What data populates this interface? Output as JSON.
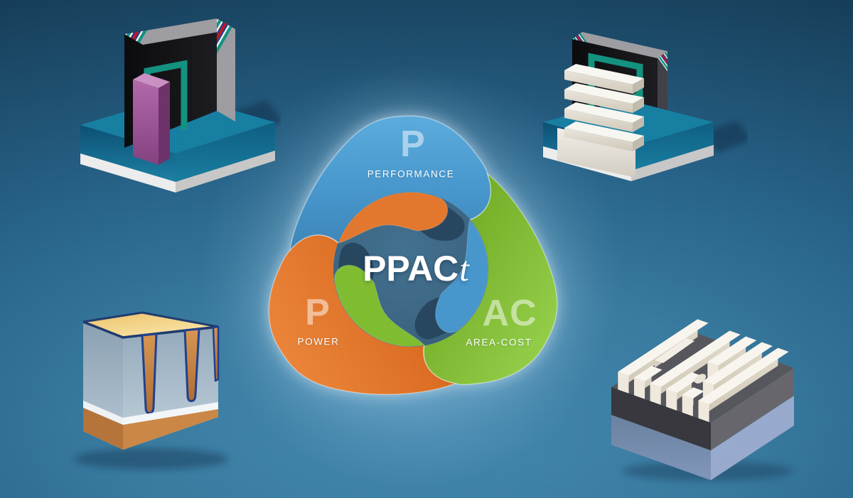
{
  "diagram": {
    "hub": {
      "text_main": "PPAC",
      "text_italic": "t",
      "color": "#3a6480",
      "ring_color": "#26455e"
    },
    "segments": [
      {
        "id": "performance",
        "letter": "P",
        "label": "PERFORMANCE",
        "color": "#4a9cd2"
      },
      {
        "id": "power",
        "letter": "P",
        "label": "POWER",
        "color": "#e2772c"
      },
      {
        "id": "area_cost",
        "letter": "AC",
        "label": "AREA-COST",
        "color": "#81bd31"
      }
    ]
  },
  "background": {
    "top_color": "#143d57",
    "mid_color": "#27648a",
    "bottom_color": "#4387af"
  },
  "palette": {
    "base_teal": "#157ea1",
    "gate_black": "#0c0c0e",
    "stripe_teal": "#129180",
    "stripe_red": "#c8131b",
    "stripe_navy": "#2b3b84",
    "fin_purple": "#9b4f94",
    "copper": "#cf8a43",
    "trench_outline": "#1e3f8f",
    "cube_top_yellow": "#f2d27e",
    "fin_white": "#efe9dd",
    "base_slate": "#36363c",
    "base_blue_gray": "#7d92b8"
  },
  "illustrations": [
    {
      "id": "finfet-transistor",
      "position": "top-left"
    },
    {
      "id": "nanosheet-stack-transistor",
      "position": "top-right"
    },
    {
      "id": "via-contact-cube",
      "position": "bottom-left"
    },
    {
      "id": "patterned-fins",
      "position": "bottom-right"
    }
  ]
}
